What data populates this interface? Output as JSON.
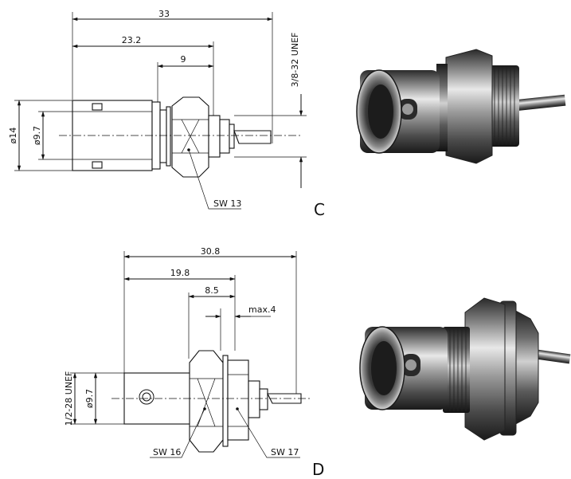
{
  "variants": [
    {
      "label": "C",
      "dimensions": {
        "overall_length": "33",
        "mid_length": "23.2",
        "short_length": "9",
        "outer_diameter": "ø14",
        "inner_diameter": "ø9.7",
        "thread": "3/8-32 UNEF"
      },
      "wrench": "SW 13"
    },
    {
      "label": "D",
      "dimensions": {
        "overall_length": "30.8",
        "mid_length": "19.8",
        "short_length": "8.5",
        "max_panel": "max.4",
        "inner_diameter": "ø9.7",
        "thread": "1/2-28 UNEF"
      },
      "wrench_1": "SW 16",
      "wrench_2": "SW 17"
    }
  ]
}
